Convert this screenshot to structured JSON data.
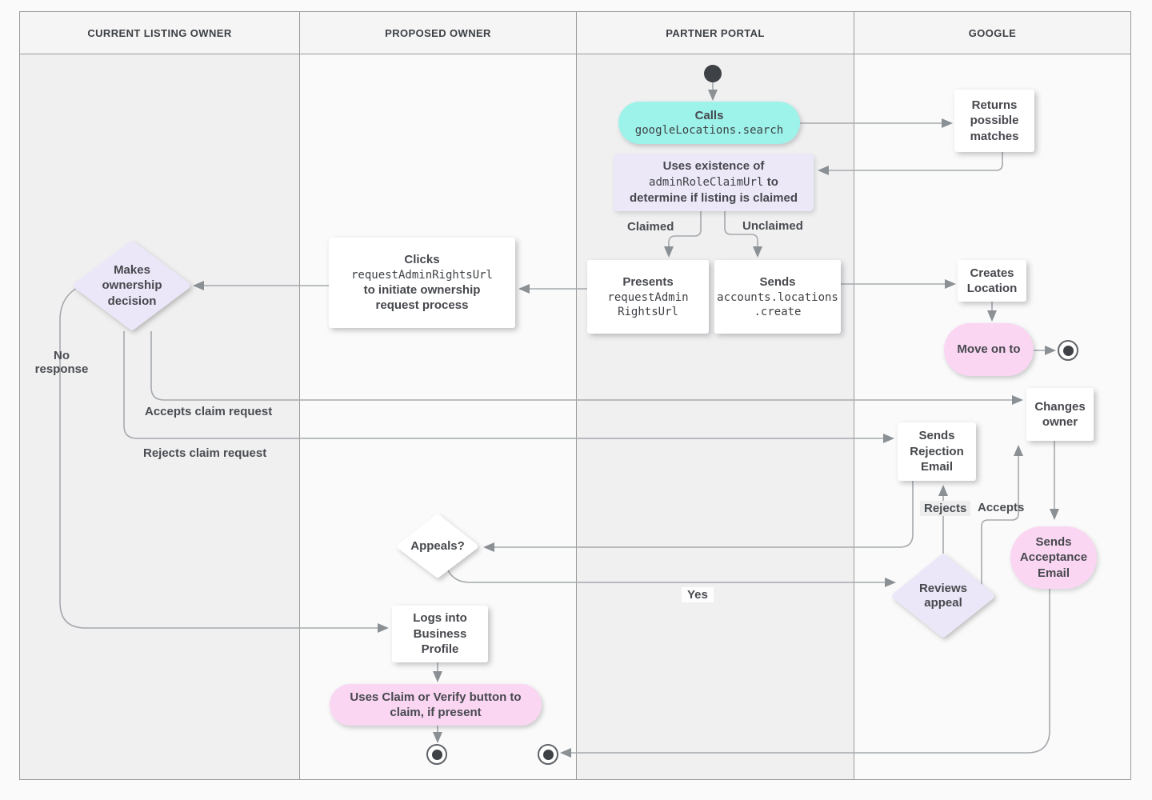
{
  "lanes": [
    {
      "title": "CURRENT LISTING OWNER"
    },
    {
      "title": "PROPOSED OWNER"
    },
    {
      "title": "PARTNER PORTAL"
    },
    {
      "title": "GOOGLE"
    }
  ],
  "nodes": {
    "calls": {
      "title": "Calls",
      "code": "googleLocations.search"
    },
    "returns_matches": {
      "label": "Returns possible matches"
    },
    "uses_existence": {
      "line1": "Uses existence of",
      "code": "adminRoleClaimUrl",
      "after_code": "to",
      "line3": "determine if listing is claimed"
    },
    "presents": {
      "title": "Presents",
      "code_line1": "requestAdmin",
      "code_line2": "RightsUrl"
    },
    "sends_create": {
      "title": "Sends",
      "code_line1": "accounts.locations",
      "code_line2": ".create"
    },
    "clicks": {
      "title": "Clicks",
      "code": "requestAdminRightsUrl",
      "line2": "to initiate ownership",
      "line3": "request process"
    },
    "makes_decision": {
      "label": "Makes ownership decision"
    },
    "creates_location": {
      "label": "Creates Location"
    },
    "move_on_to": {
      "label": "Move on to"
    },
    "changes_owner": {
      "label": "Changes owner"
    },
    "sends_rejection": {
      "label": "Sends Rejection Email"
    },
    "sends_acceptance": {
      "label": "Sends Acceptance Email"
    },
    "reviews_appeal": {
      "label": "Reviews appeal"
    },
    "appeals": {
      "label": "Appeals?"
    },
    "logs_into": {
      "label": "Logs into Business Profile"
    },
    "uses_claim": {
      "label": "Uses Claim or Verify button to claim, if present"
    }
  },
  "edge_labels": {
    "claimed": "Claimed",
    "unclaimed": "Unclaimed",
    "no_response": "No response",
    "accepts_claim": "Accepts claim request",
    "rejects_claim": "Rejects claim request",
    "yes": "Yes",
    "rejects": "Rejects",
    "accepts": "Accepts"
  },
  "colors": {
    "teal": "#9DF3EA",
    "pink": "#FAD6F3",
    "lavender": "#ECE8F8",
    "line": "#A5A9AD",
    "text": "#46484D"
  }
}
